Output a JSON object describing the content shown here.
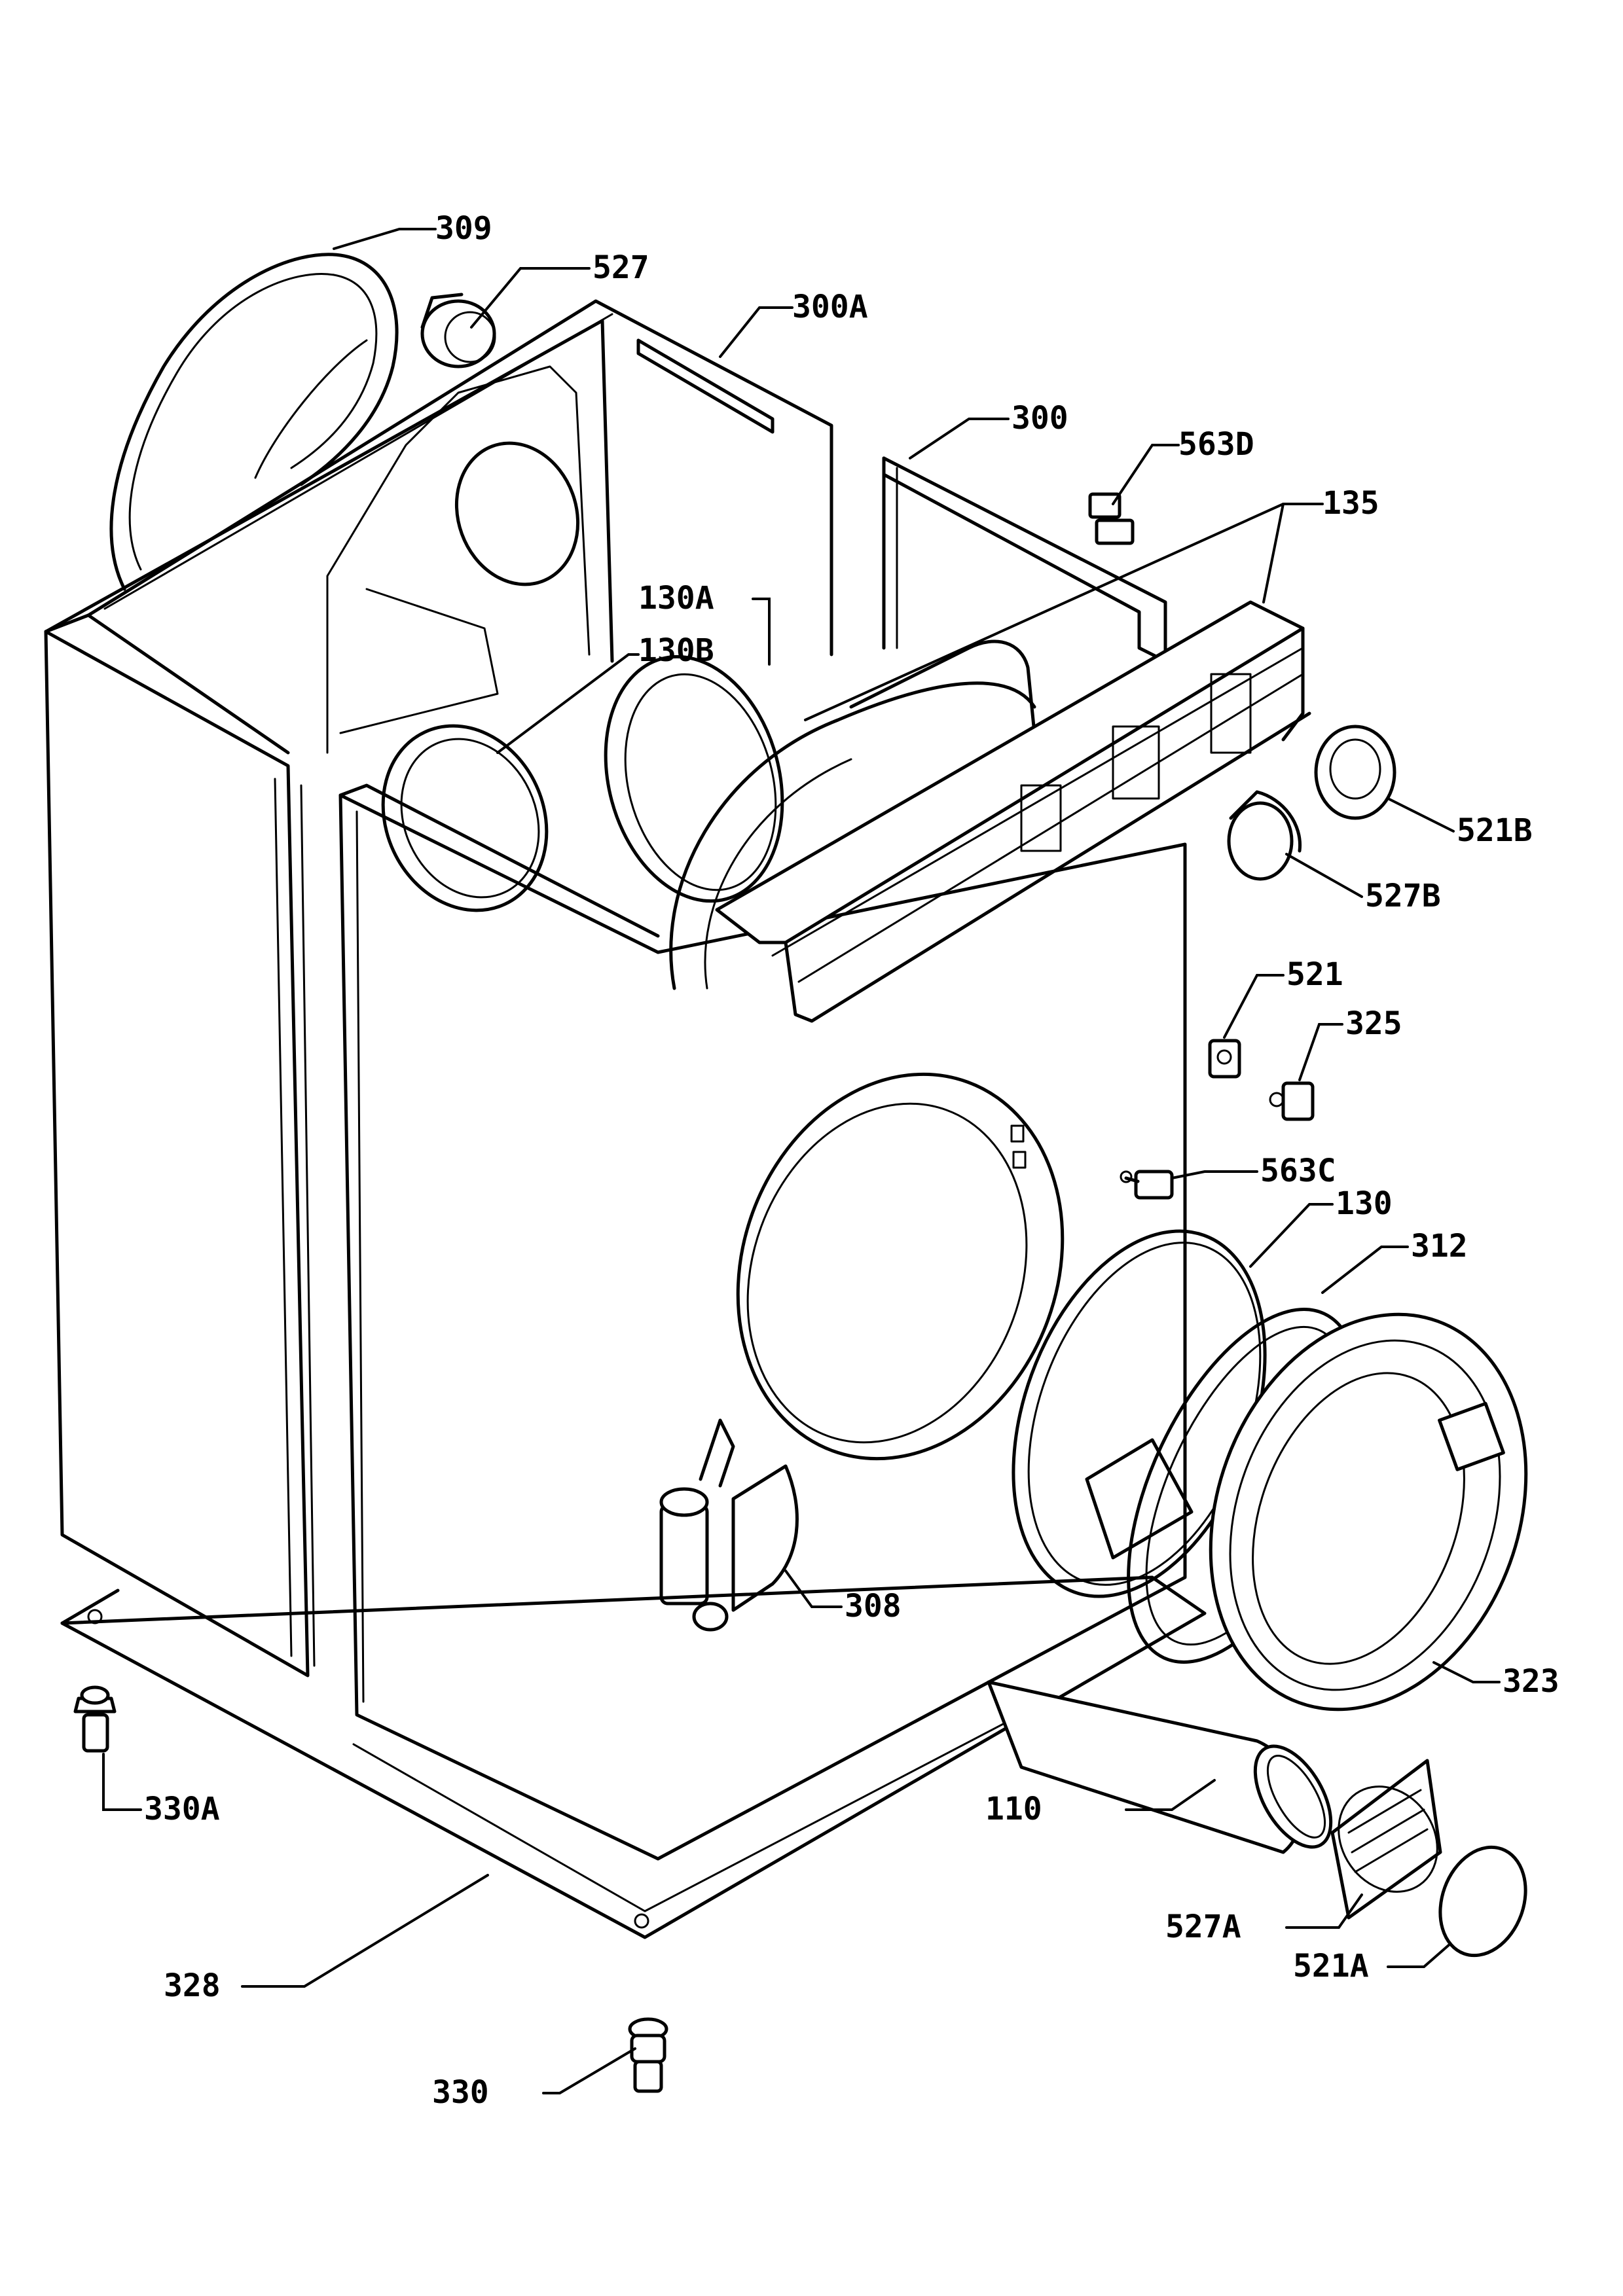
{
  "diagram": {
    "callouts": [
      {
        "id": "309",
        "text": "309"
      },
      {
        "id": "527",
        "text": "527"
      },
      {
        "id": "300A",
        "text": "300A"
      },
      {
        "id": "300",
        "text": "300"
      },
      {
        "id": "563D",
        "text": "563D"
      },
      {
        "id": "135",
        "text": "135"
      },
      {
        "id": "130A",
        "text": "130A"
      },
      {
        "id": "130B",
        "text": "130B"
      },
      {
        "id": "521B",
        "text": "521B"
      },
      {
        "id": "527B",
        "text": "527B"
      },
      {
        "id": "521",
        "text": "521"
      },
      {
        "id": "325",
        "text": "325"
      },
      {
        "id": "563C",
        "text": "563C"
      },
      {
        "id": "130",
        "text": "130"
      },
      {
        "id": "312",
        "text": "312"
      },
      {
        "id": "308",
        "text": "308"
      },
      {
        "id": "323",
        "text": "323"
      },
      {
        "id": "330A",
        "text": "330A"
      },
      {
        "id": "110",
        "text": "110"
      },
      {
        "id": "527A",
        "text": "527A"
      },
      {
        "id": "521A",
        "text": "521A"
      },
      {
        "id": "328",
        "text": "328"
      },
      {
        "id": "330",
        "text": "330"
      }
    ]
  }
}
